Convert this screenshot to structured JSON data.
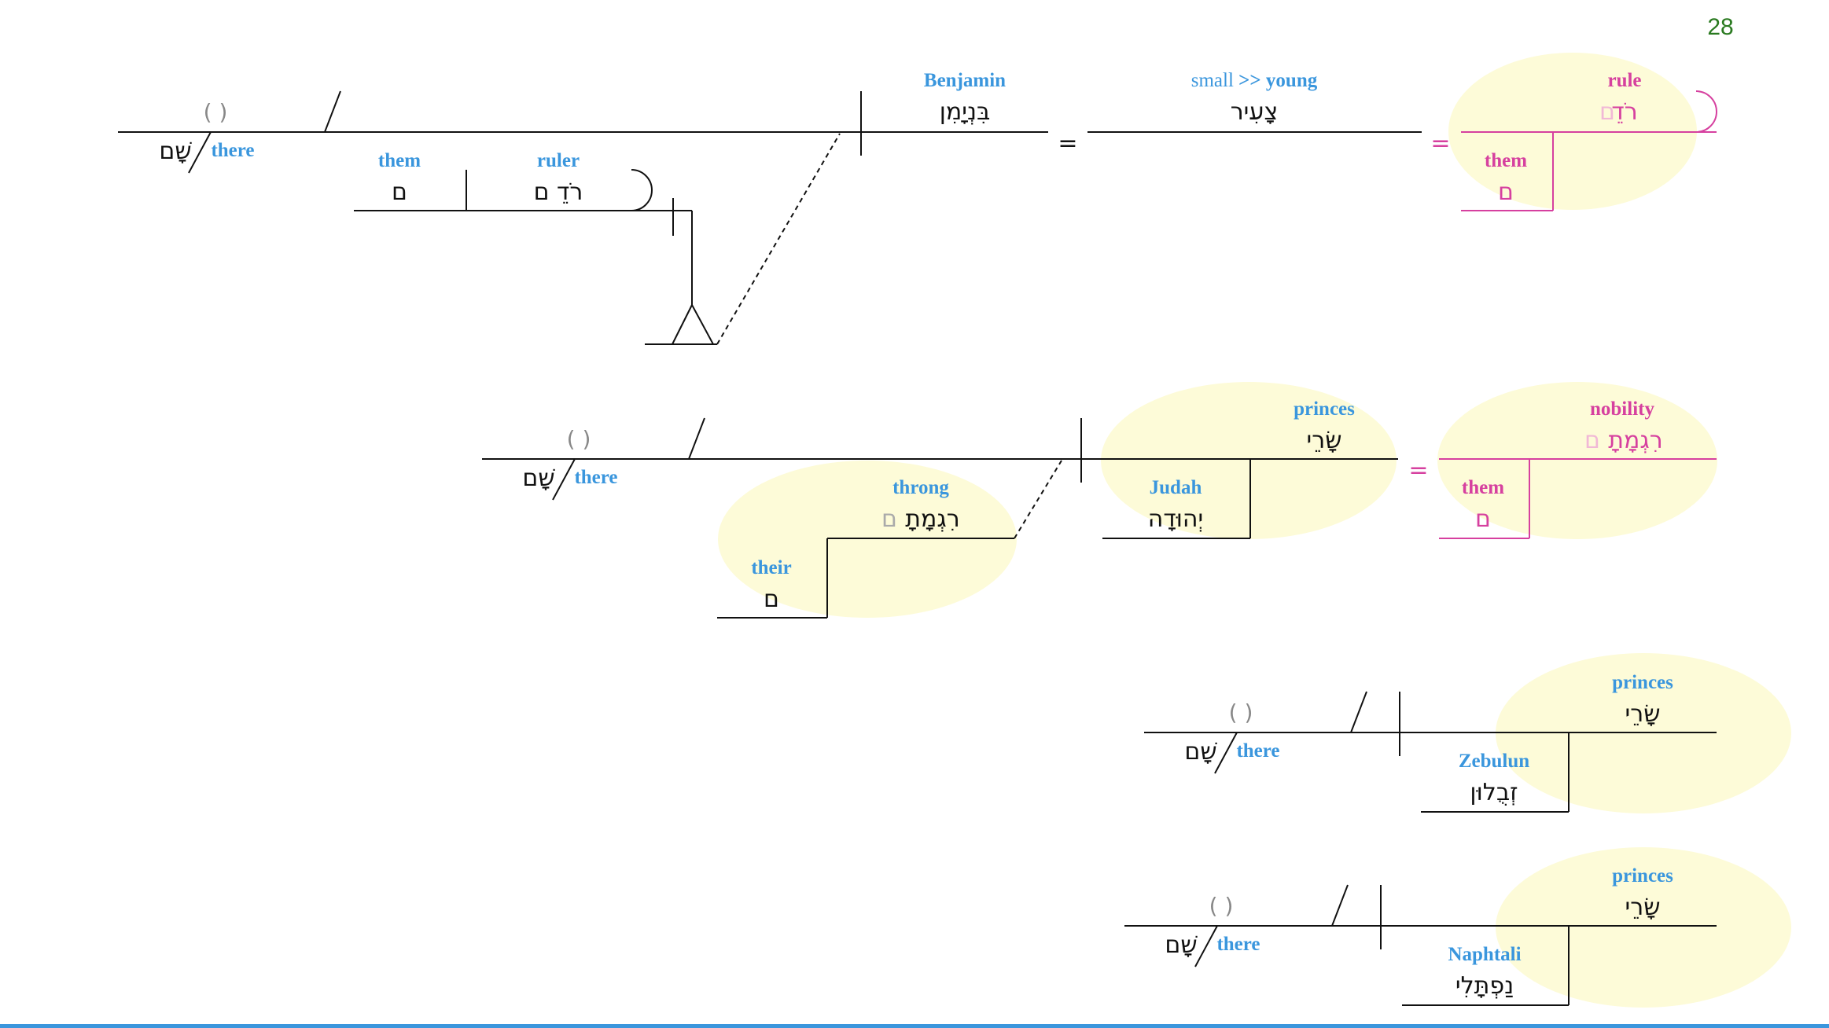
{
  "page_number": "28",
  "colors": {
    "english": "#3a96dd",
    "pink": "#d6409f",
    "highlight": "#fdfbd8",
    "page_number": "#2a7a20",
    "bottom_rule": "#3a96dd"
  },
  "clause1": {
    "paren": "( )",
    "there_heb": "שָׁם",
    "there_eng": "there",
    "subject_eng": "Benjamin",
    "subject_heb": "בִּנְיָמִן",
    "equals1": "=",
    "young_eng_small": "small",
    "young_eng_rest": " >> young",
    "young_heb": "צָעִיר",
    "equals2": "=",
    "rule_eng": "rule",
    "rule_heb": "רֹדֵ",
    "rule_ghost": "ם",
    "them2_eng": "them",
    "them2_heb": "ם",
    "them_eng": "them",
    "them_heb": "ם",
    "ruler_eng": "ruler",
    "ruler_heb": "רֹדֵ ם"
  },
  "clause2": {
    "paren": "( )",
    "there_heb": "שָׁם",
    "there_eng": "there",
    "throng_eng": "throng",
    "throng_heb": "רִגְמָתָ",
    "throng_ghost": "ם",
    "their_eng": "their",
    "their_heb": "ם",
    "princes_eng": "princes",
    "princes_heb": "שָׂרֵי",
    "judah_eng": "Judah",
    "judah_heb": "יְהוּדָה",
    "equals": "=",
    "nobility_eng": "nobility",
    "nobility_heb": "רִגְמָתָ",
    "nobility_ghost": "ם",
    "them_eng": "them",
    "them_heb": "ם"
  },
  "clause3": {
    "paren": "( )",
    "there_heb": "שָׁם",
    "there_eng": "there",
    "princes_eng": "princes",
    "princes_heb": "שָׂרֵי",
    "zebulun_eng": "Zebulun",
    "zebulun_heb": "זְבֻלוּן"
  },
  "clause4": {
    "paren": "( )",
    "there_heb": "שָׁם",
    "there_eng": "there",
    "princes_eng": "princes",
    "princes_heb": "שָׂרֵי",
    "naphtali_eng": "Naphtali",
    "naphtali_heb": "נַפְתָּלִי"
  }
}
